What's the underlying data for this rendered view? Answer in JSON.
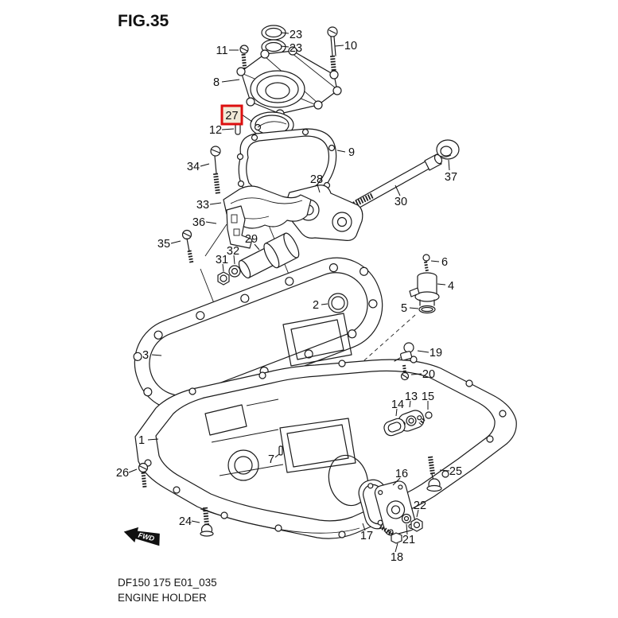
{
  "figure": {
    "title": "FIG.35",
    "doc_code": "DF150 175 E01_035",
    "doc_title": "ENGINE HOLDER"
  },
  "highlight": {
    "selected_part": "27",
    "border_color": "#dd0f0f",
    "fill_color": "#f1ead7"
  },
  "fwd": {
    "label": "FWD"
  },
  "callouts": [
    "23",
    "23",
    "11",
    "10",
    "8",
    "27",
    "12",
    "9",
    "34",
    "37",
    "30",
    "28",
    "33",
    "36",
    "35",
    "29",
    "32",
    "31",
    "6",
    "4",
    "5",
    "2",
    "3",
    "19",
    "20",
    "13",
    "15",
    "14",
    "1",
    "26",
    "7",
    "25",
    "16",
    "22",
    "17",
    "21",
    "18",
    "24"
  ]
}
